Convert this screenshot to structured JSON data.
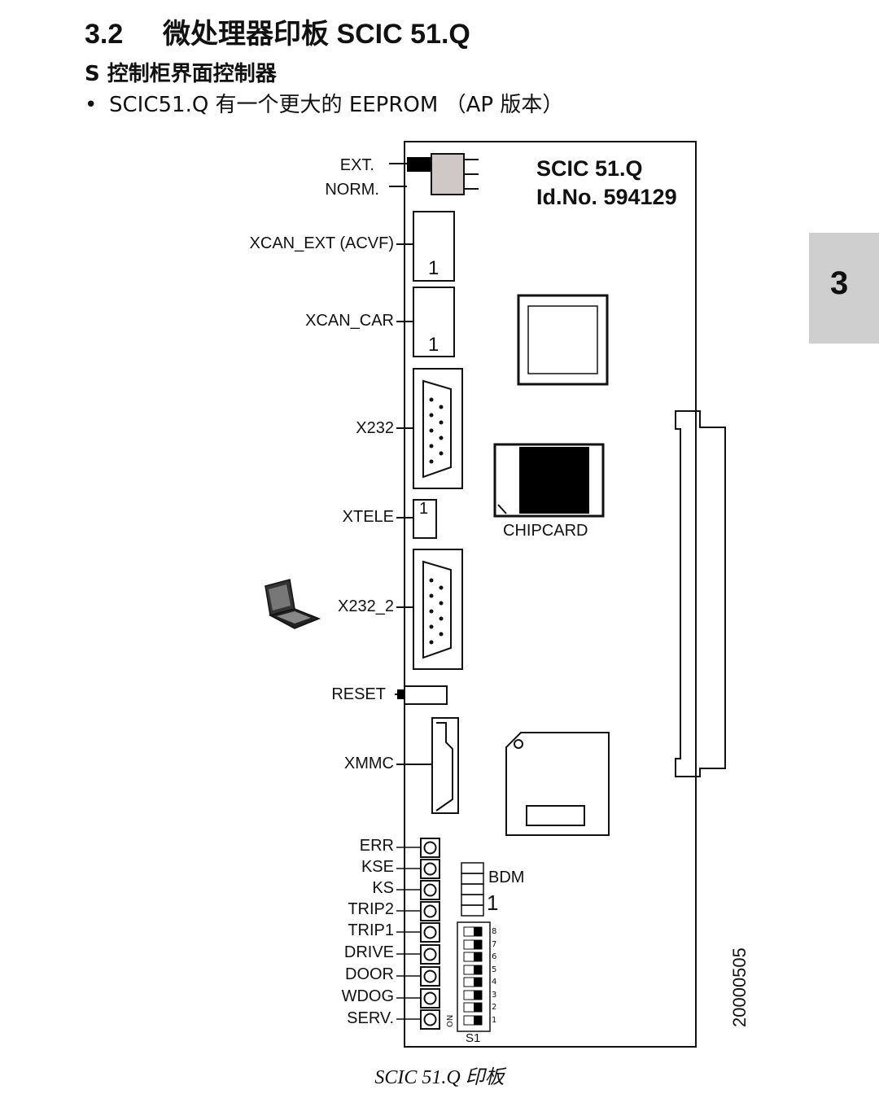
{
  "header": {
    "section_number": "3.2",
    "section_title": "微处理器印板 SCIC 51.Q",
    "subtitle": "S 控制柜界面控制器",
    "bullet_symbol": "•",
    "bullet_text": "SCIC51.Q 有一个更大的 EEPROM （AP 版本）"
  },
  "side_tab": {
    "label": "3"
  },
  "board": {
    "name": "SCIC 51.Q",
    "id_no": "Id.No. 594129",
    "jumper_labels": [
      "EXT.",
      "NORM."
    ],
    "connectors": {
      "xcan_ext": "XCAN_EXT (ACVF)",
      "xcan_car": "XCAN_CAR",
      "x232": "X232",
      "xtele": "XTELE",
      "x232_2": "X232_2",
      "reset": "RESET",
      "xmmc": "XMMC"
    },
    "pin1_marker": "1",
    "chipcard_label": "CHIPCARD",
    "bdm_label": "BDM",
    "bdm_pin": "1",
    "leds": [
      "ERR",
      "KSE",
      "KS",
      "TRIP2",
      "TRIP1",
      "DRIVE",
      "DOOR",
      "WDOG",
      "SERV."
    ],
    "dip_switch": {
      "name": "S1",
      "on_label": "ON",
      "positions": [
        "8",
        "7",
        "6",
        "5",
        "4",
        "3",
        "2",
        "1"
      ]
    },
    "figure_code": "20000505"
  },
  "caption": "SCIC 51.Q 印板"
}
